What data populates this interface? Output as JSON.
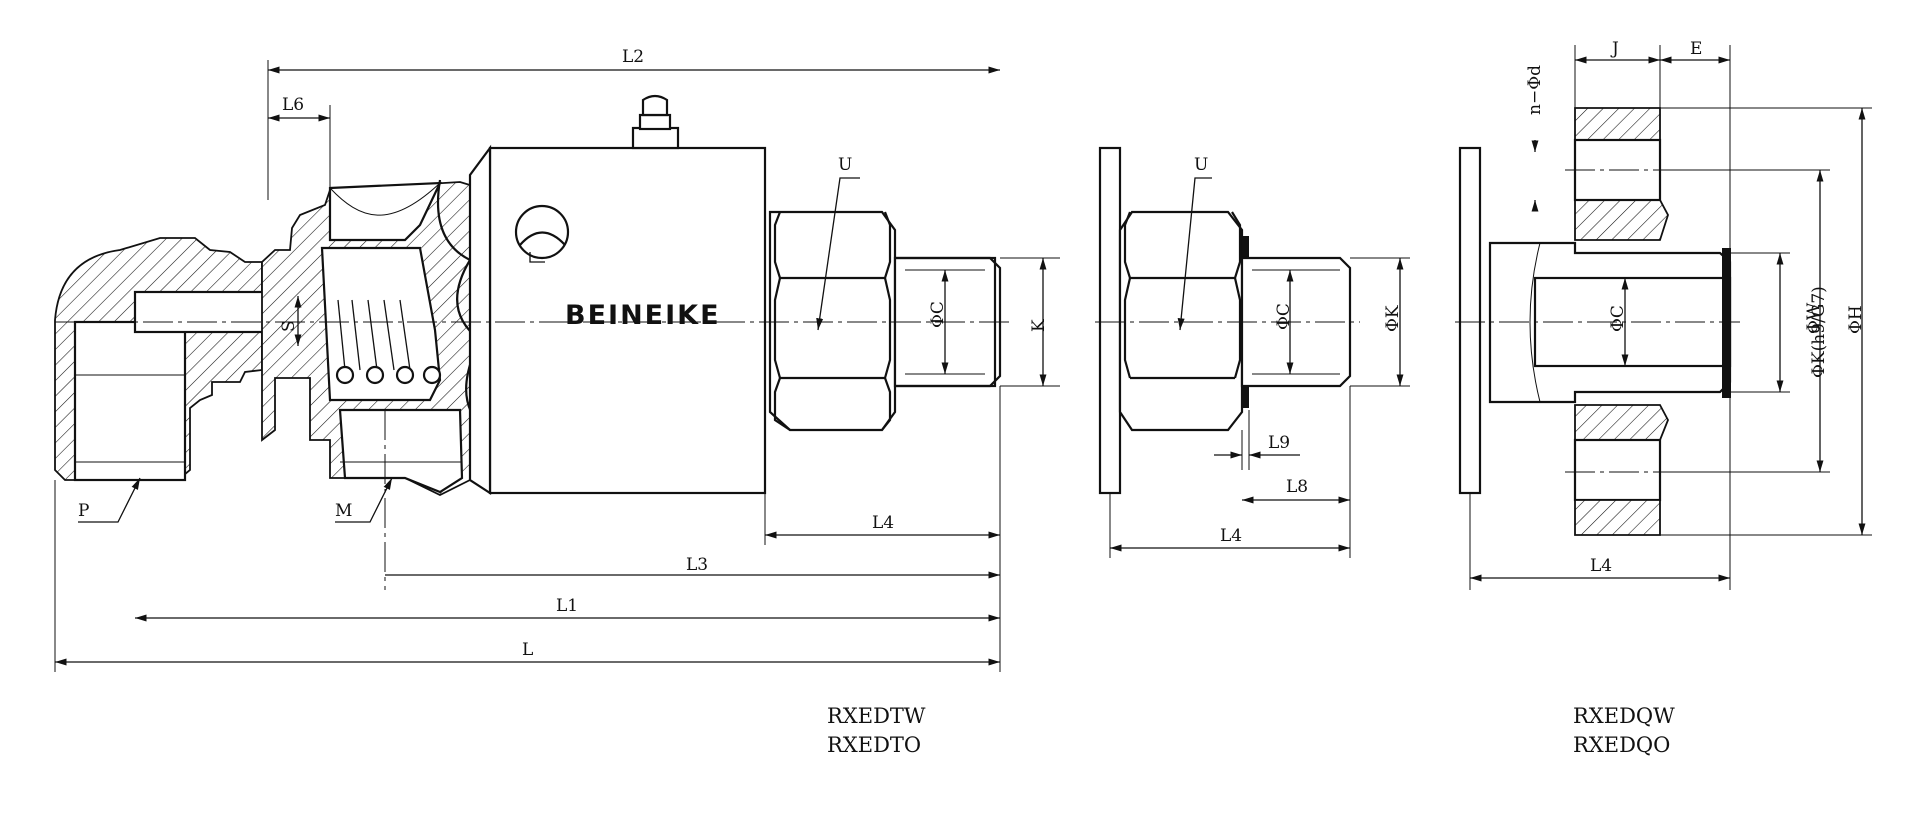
{
  "brand": "BEINEIKE",
  "dims": {
    "L": "L",
    "L1": "L1",
    "L2": "L2",
    "L3": "L3",
    "L4": "L4",
    "L6": "L6",
    "L8": "L8",
    "L9": "L9",
    "P": "P",
    "M": "M",
    "S": "S",
    "U": "U",
    "K": "K",
    "phiC": "ΦC",
    "phiK": "ΦK",
    "phiKh9": "ΦK(h9/G7)",
    "phiW": "ΦW",
    "phiH": "ΦH",
    "n_phid": "n−Φd",
    "J": "J",
    "E": "E"
  },
  "models": {
    "middle_line1": "RXEDTW",
    "middle_line2": "RXEDTO",
    "right_line1": "RXEDQW",
    "right_line2": "RXEDQO"
  }
}
